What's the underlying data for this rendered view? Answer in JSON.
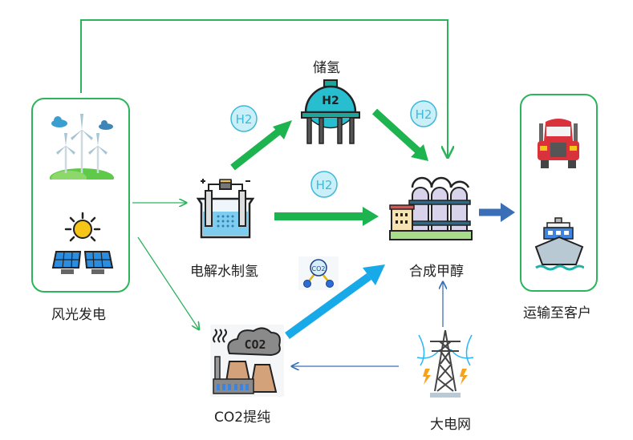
{
  "diagram": {
    "title": "",
    "nodes": {
      "renewable": {
        "label": "风光发电",
        "icons": [
          "wind-turbine-icon",
          "solar-panel-icon"
        ]
      },
      "storage": {
        "label": "储氢",
        "icon": "hydrogen-tank-icon",
        "tank_text": "H2"
      },
      "electrolysis": {
        "label": "电解水制氢",
        "icon": "electrolysis-icon"
      },
      "methanol": {
        "label": "合成甲醇",
        "icon": "methanol-plant-icon"
      },
      "co2": {
        "label": "CO2提纯",
        "icon": "co2-factory-icon",
        "cloud_text": "CO2"
      },
      "grid": {
        "label": "大电网",
        "icon": "power-tower-icon"
      },
      "transport": {
        "label": "运输至客户",
        "icons": [
          "truck-icon",
          "ship-icon"
        ]
      }
    },
    "badges": {
      "h2_a": "H2",
      "h2_b": "H2",
      "h2_c": "H2",
      "co2": "CO2"
    },
    "colors": {
      "green": "#2db35c",
      "thick_green": "#1db34e",
      "cyan": "#17a9e8",
      "blue": "#3a6fb8",
      "badge_fill": "#c9f0f8",
      "badge_stroke": "#3fb8d8"
    },
    "edges": [
      {
        "from": "renewable",
        "to": "methanol",
        "style": "thin-green"
      },
      {
        "from": "renewable",
        "to": "electrolysis",
        "style": "thin-green"
      },
      {
        "from": "renewable",
        "to": "co2",
        "style": "thin-green"
      },
      {
        "from": "electrolysis",
        "to": "storage",
        "style": "thick-green"
      },
      {
        "from": "storage",
        "to": "methanol",
        "style": "thick-green"
      },
      {
        "from": "electrolysis",
        "to": "methanol",
        "style": "thick-green"
      },
      {
        "from": "co2",
        "to": "methanol",
        "style": "thick-cyan"
      },
      {
        "from": "grid",
        "to": "methanol",
        "style": "thin-blue"
      },
      {
        "from": "grid",
        "to": "co2",
        "style": "thin-blue"
      },
      {
        "from": "methanol",
        "to": "transport",
        "style": "thick-blue"
      }
    ]
  }
}
